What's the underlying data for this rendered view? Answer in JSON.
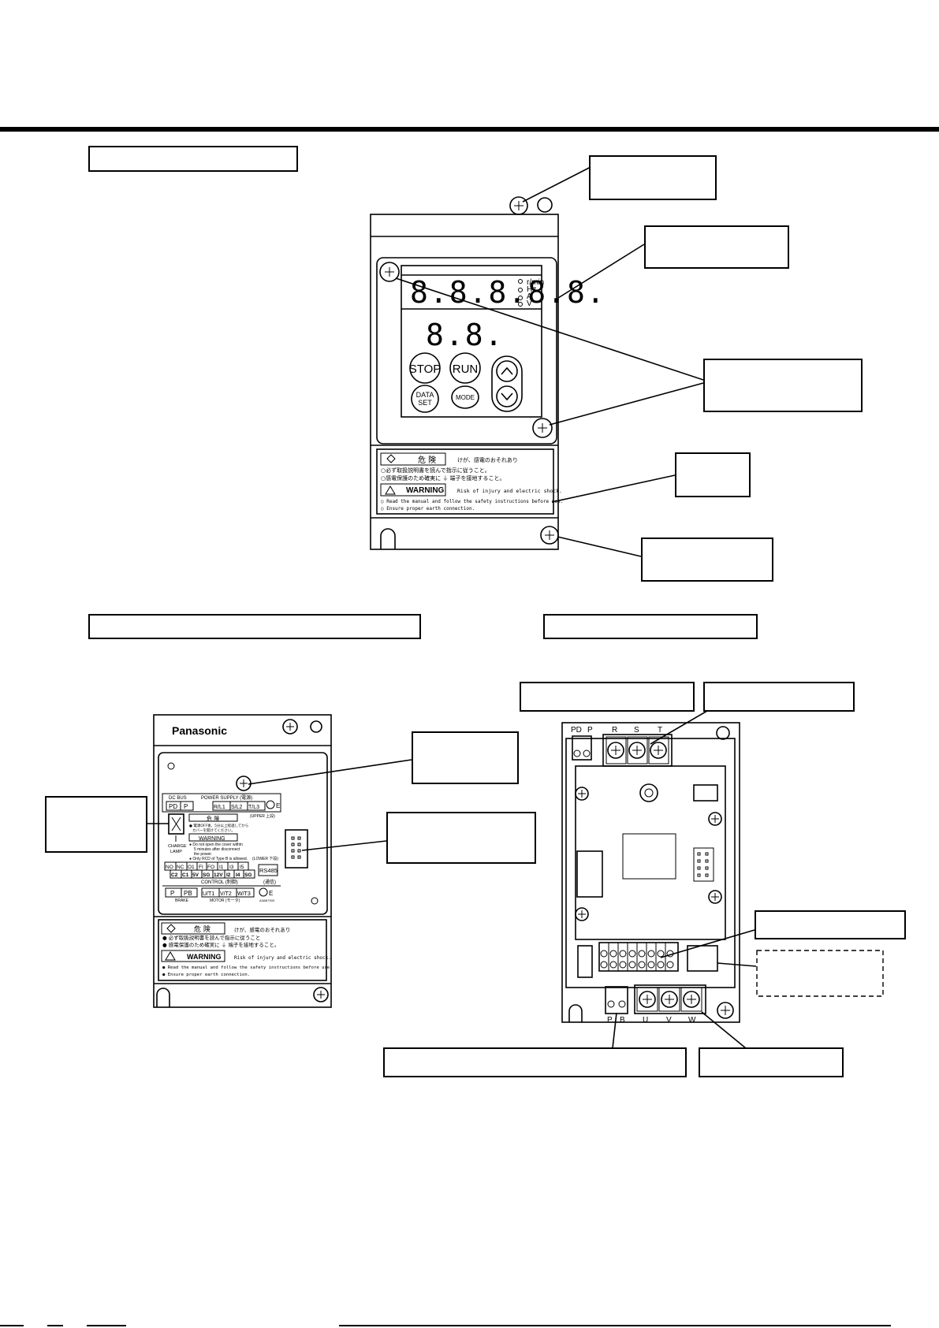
{
  "front_panel": {
    "display_units": [
      "r/min",
      "Hz",
      "A",
      "V"
    ],
    "seg_main": "8.8.8.8.8.",
    "seg_small": "8.8.",
    "buttons": {
      "stop": "STOP",
      "run": "RUN",
      "data_set_line1": "DATA",
      "data_set_line2": "SET",
      "mode": "MODE"
    },
    "warning_label": {
      "danger_title": "危 険",
      "danger_sub": "けが、感電のおそれあり",
      "jp_line1": "○必ず取扱説明書を読んで指示に従うこと。",
      "jp_line2": "○感電保護のため確実に ⏚ 端子を接地すること。",
      "warning_title": "WARNING",
      "warning_sub": "Risk of injury and electric shock.",
      "en_line1": "○ Read the manual and follow the safety instructions before use.",
      "en_line2": "○ Ensure proper earth connection."
    }
  },
  "cover_panel": {
    "brand": "Panasonic",
    "dc_bus": "DC BUS",
    "power_supply": "POWER SUPPLY (電源)",
    "row1": [
      "PD",
      "P",
      "R/L1",
      "S/L2",
      "T/L3"
    ],
    "earth_e": "E",
    "upper": "(UPPER 上段)",
    "mini_danger": "危 険",
    "mini_danger_l1": "● 電源OFF後、5分以上経過してから",
    "mini_danger_l2": "カバーを開けてください。",
    "mini_warning": "WARNING",
    "mini_w_l1": "● Do not open the cover within",
    "mini_w_l2": "5 minutes after disconnect",
    "mini_w_l3": "the power.",
    "mini_w_l4": "● Only RCD of Type B is allowed.",
    "lower": "(LOWER 下段)",
    "charge_lamp_l1": "CHARGE",
    "charge_lamp_l2": "LAMP",
    "ctrl_row1": [
      "NO",
      "NC",
      "O1",
      "FI",
      "FO",
      "I1",
      "I3",
      "I5"
    ],
    "ctrl_row2": [
      "C2",
      "C1",
      "5V",
      "SG",
      "12V",
      "I2",
      "I4",
      "SG"
    ],
    "rs485": "RS485",
    "control": "CONTROL (制御)",
    "comm": "(通信)",
    "brake_row": [
      "P",
      "PB"
    ],
    "motor_row": [
      "U/T1",
      "V/T2",
      "W/T3"
    ],
    "brake": "BRAKE",
    "motor": "MOTOR (モータ)",
    "serial": "A3AB7933",
    "label": {
      "danger_title": "危 険",
      "danger_sub": "けが、感電のおそれあり",
      "jp_line1": "● 必ず取扱説明書を読んで指示に従うこと",
      "jp_line2": "● 感電保護のため確実に ⏚ 端子を接地すること。",
      "warning_title": "WARNING",
      "warning_sub": "Risk of injury and electric shock.",
      "en_line1": "● Read the manual and follow the safety instructions before use.",
      "en_line2": "● Ensure proper earth connection."
    }
  },
  "terminal_view": {
    "top_labels": [
      "PD",
      "P",
      "R",
      "S",
      "T"
    ],
    "bottom_labels": [
      "P",
      "B",
      "U",
      "V",
      "W"
    ]
  }
}
